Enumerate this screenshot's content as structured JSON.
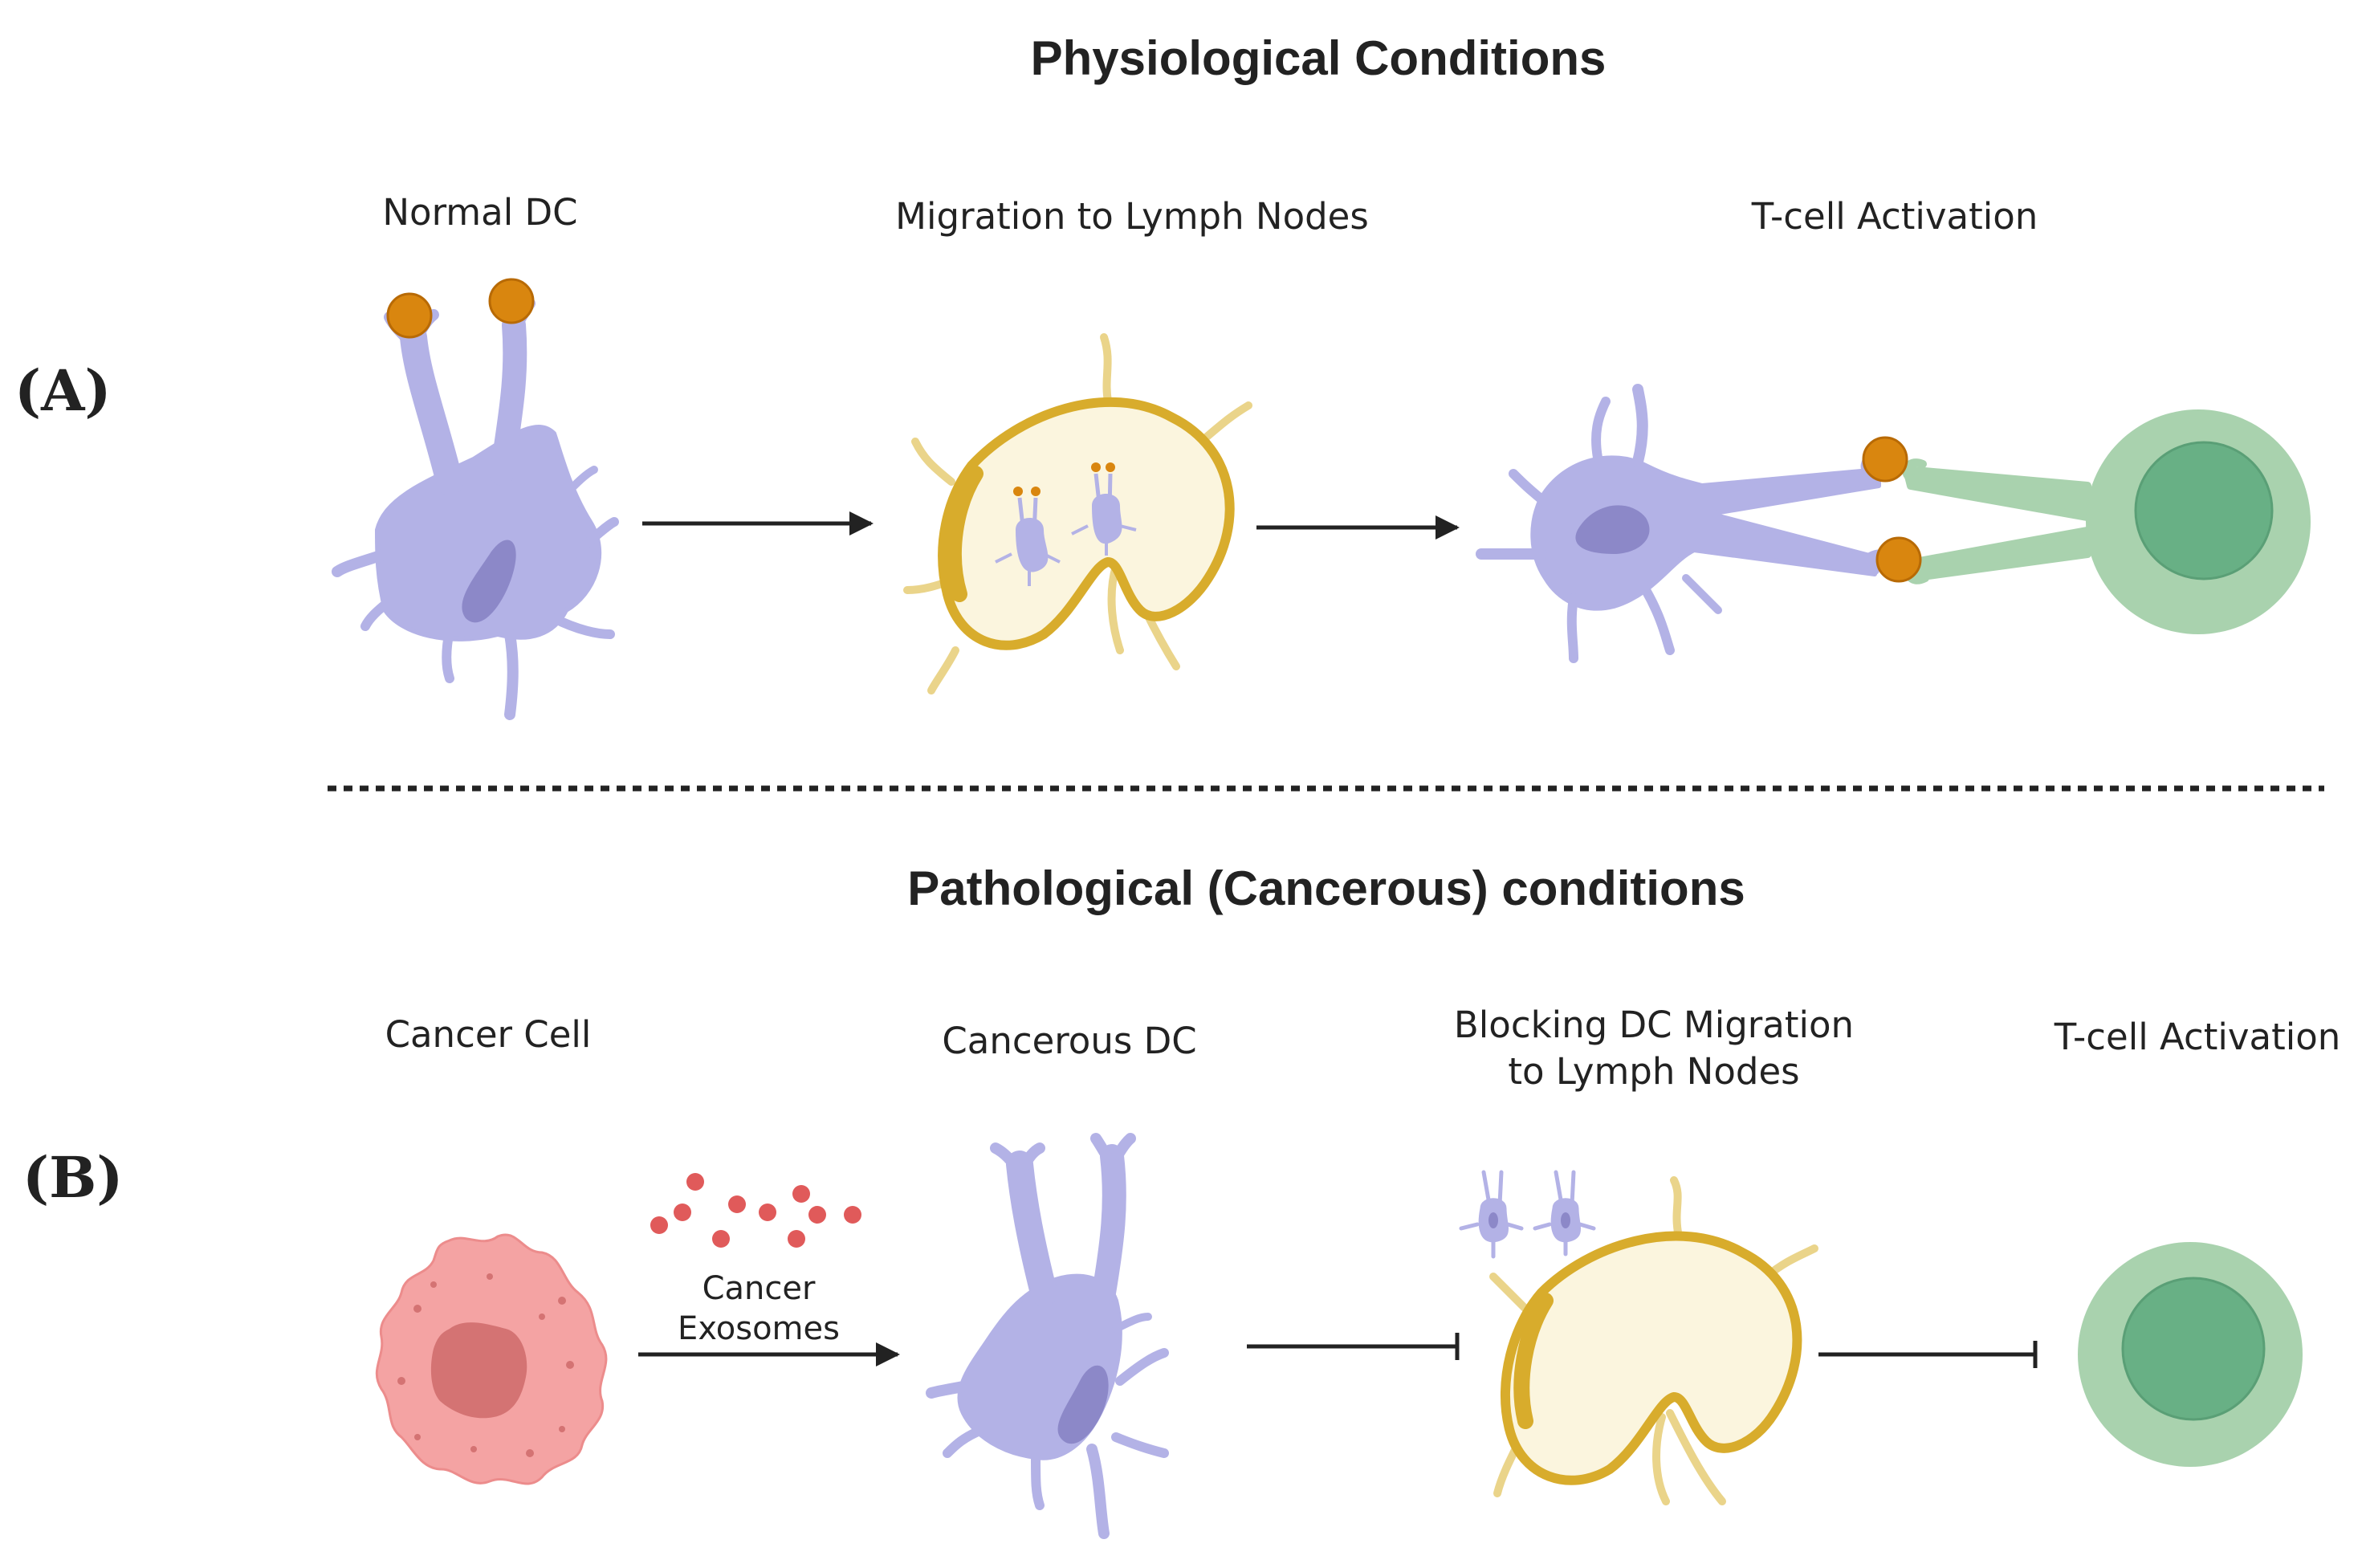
{
  "panel_a": {
    "marker": "(A)",
    "heading": "Physiological Conditions",
    "steps": {
      "normal_dc": "Normal DC",
      "migration": "Migration to Lymph Nodes",
      "activation": "T-cell Activation"
    }
  },
  "panel_b": {
    "marker": "(B)",
    "heading": "Pathological (Cancerous) conditions",
    "steps": {
      "cancer_cell": "Cancer Cell",
      "exosomes": "Cancer\nExosomes",
      "cancerous_dc": "Cancerous DC",
      "blocking": "Blocking DC Migration\nto Lymph Nodes",
      "activation": "T-cell Activation"
    }
  },
  "colors": {
    "dc": "#b3b2e6",
    "dc_nucleus": "#8c88c8",
    "antigen": "#d9860f",
    "lymph_outline": "#d8ac2c",
    "lymph_fill": "#fbf5de",
    "tcell_outer": "#a9d2ae",
    "tcell_inner": "#68b085",
    "cancer": "#f4a3a3",
    "cancer_nucleus": "#d47373",
    "exosome": "#e05a5a"
  }
}
